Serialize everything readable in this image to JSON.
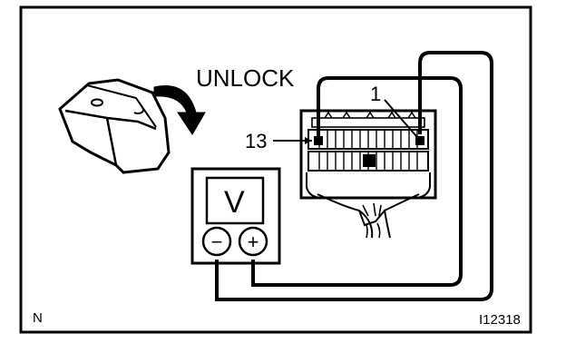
{
  "labels": {
    "action": "UNLOCK",
    "terminal_a": "1",
    "terminal_b": "13",
    "meter_unit": "V",
    "minus_symbol": "−",
    "plus_symbol": "+",
    "corner_code": "N",
    "figure_id": "I12318"
  }
}
